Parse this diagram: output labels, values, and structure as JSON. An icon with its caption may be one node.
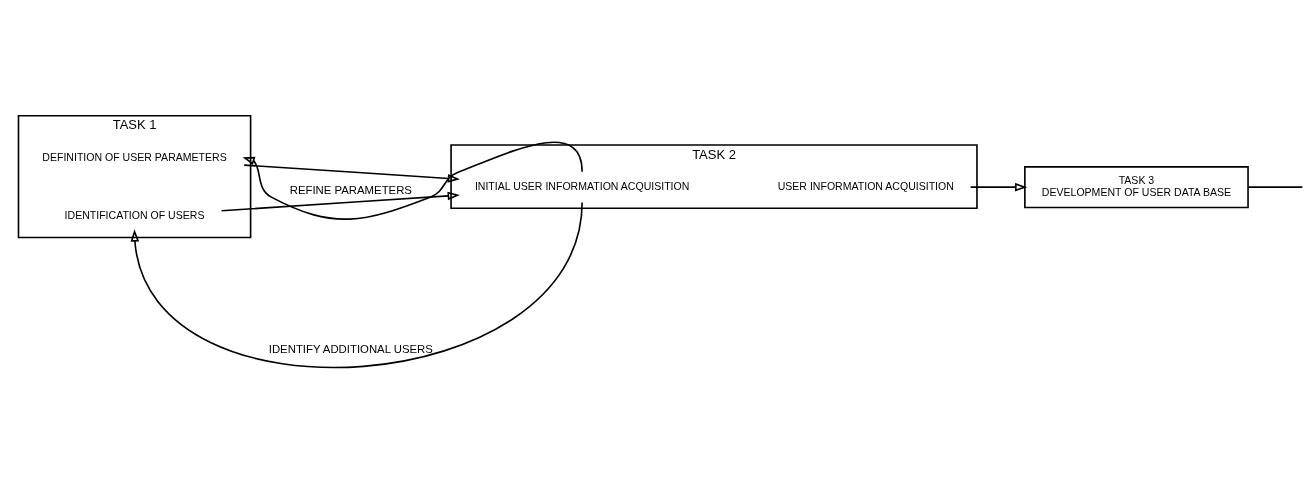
{
  "diagram": {
    "nodes": [
      {
        "text": [
          "TASK 1"
        ]
      },
      {
        "text": [
          "DEFINITION OF USER PARAMETERS"
        ],
        "in": 0
      },
      {
        "text": [
          "IDENTIFICATION OF USERS"
        ],
        "in": 0
      },
      {
        "text": [
          "TASK 2"
        ]
      },
      {
        "text": [
          "INITIAL USER INFORMATION ACQUISITION"
        ],
        "in": 3
      },
      {
        "text": [
          "USER INFORMATION ACQUISITION"
        ],
        "in": 3
      },
      {
        "text": [
          "TASK 3",
          "DEVELOPMENT OF USER DATA BASE"
        ]
      }
    ],
    "edges": [
      {
        "from": 1,
        "to": 4,
        "arrow": "to"
      },
      {
        "from": 2,
        "to": 4,
        "arrow": "to"
      },
      {
        "from": 5,
        "to": 6,
        "arrow": "to"
      },
      {
        "from": 4,
        "to": 1,
        "arrow": "to",
        "label": "REFINE PARAMETERS"
      },
      {
        "from": 4,
        "to": 2,
        "arrow": "to",
        "label": "IDENTIFY ADDITIONAL USERS"
      },
      {
        "from": 6,
        "to": null,
        "arrow": "none"
      }
    ]
  }
}
